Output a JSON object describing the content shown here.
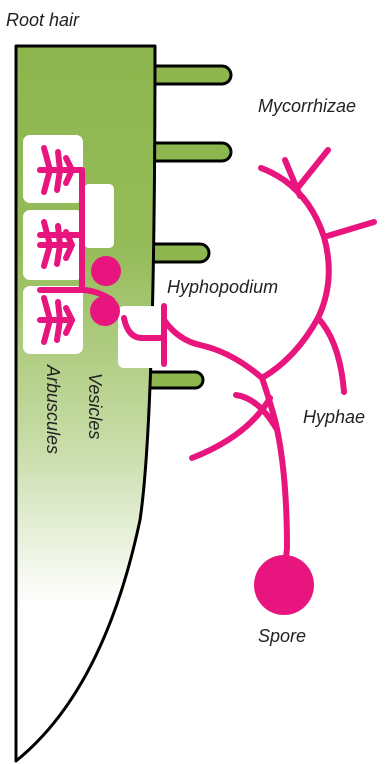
{
  "labels": {
    "root_hair": "Root hair",
    "mycorrhizae": "Mycorrhizae",
    "hyphopodium": "Hyphopodium",
    "hyphae": "Hyphae",
    "spore": "Spore",
    "vesicles": "Vesicles",
    "arbuscules": "Arbuscules"
  },
  "colors": {
    "fungus": "#e8157e",
    "root_green": "#8db64f",
    "root_outline": "#000000",
    "cell_fill": "#ffffff"
  }
}
